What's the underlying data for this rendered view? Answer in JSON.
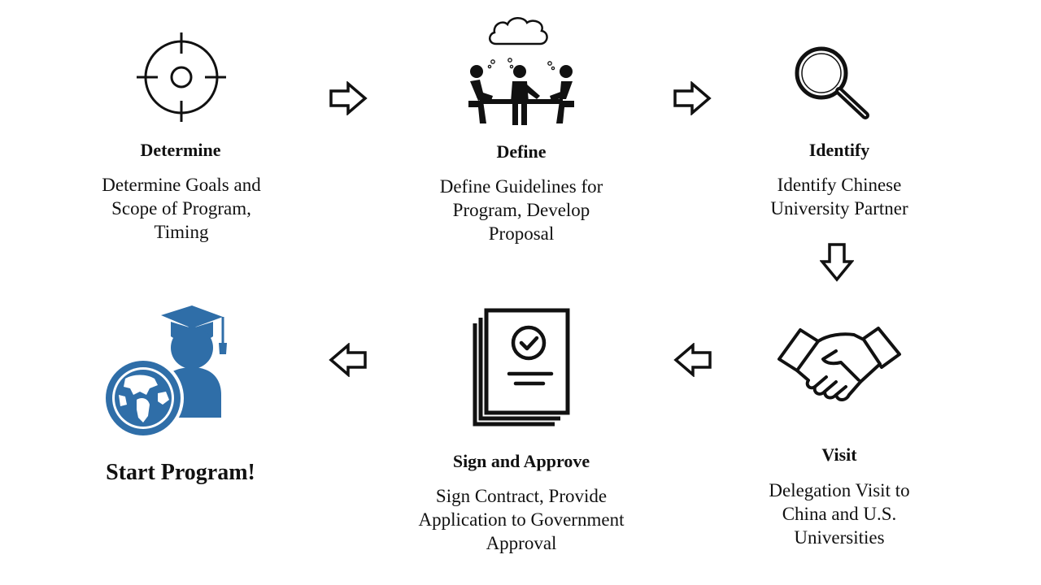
{
  "steps": [
    {
      "title": "Determine",
      "desc": "Determine Goals and Scope of  Program, Timing",
      "icon": "target-crosshair-icon"
    },
    {
      "title": "Define",
      "desc": "Define Guidelines for Program, Develop Proposal",
      "icon": "team-meeting-icon"
    },
    {
      "title": "Identify",
      "desc": "Identify Chinese University Partner",
      "icon": "magnifying-glass-icon"
    },
    {
      "title": "Visit",
      "desc": "Delegation Visit to China and U.S. Universities",
      "icon": "handshake-icon"
    },
    {
      "title": "Sign and Approve",
      "desc": "Sign Contract, Provide Application to Government Approval",
      "icon": "signed-document-icon"
    }
  ],
  "final": {
    "title": "Start Program!",
    "icon": "graduate-globe-icon"
  },
  "colors": {
    "text": "#111111",
    "icon": "#111111",
    "accent_blue": "#2f6ea8"
  }
}
